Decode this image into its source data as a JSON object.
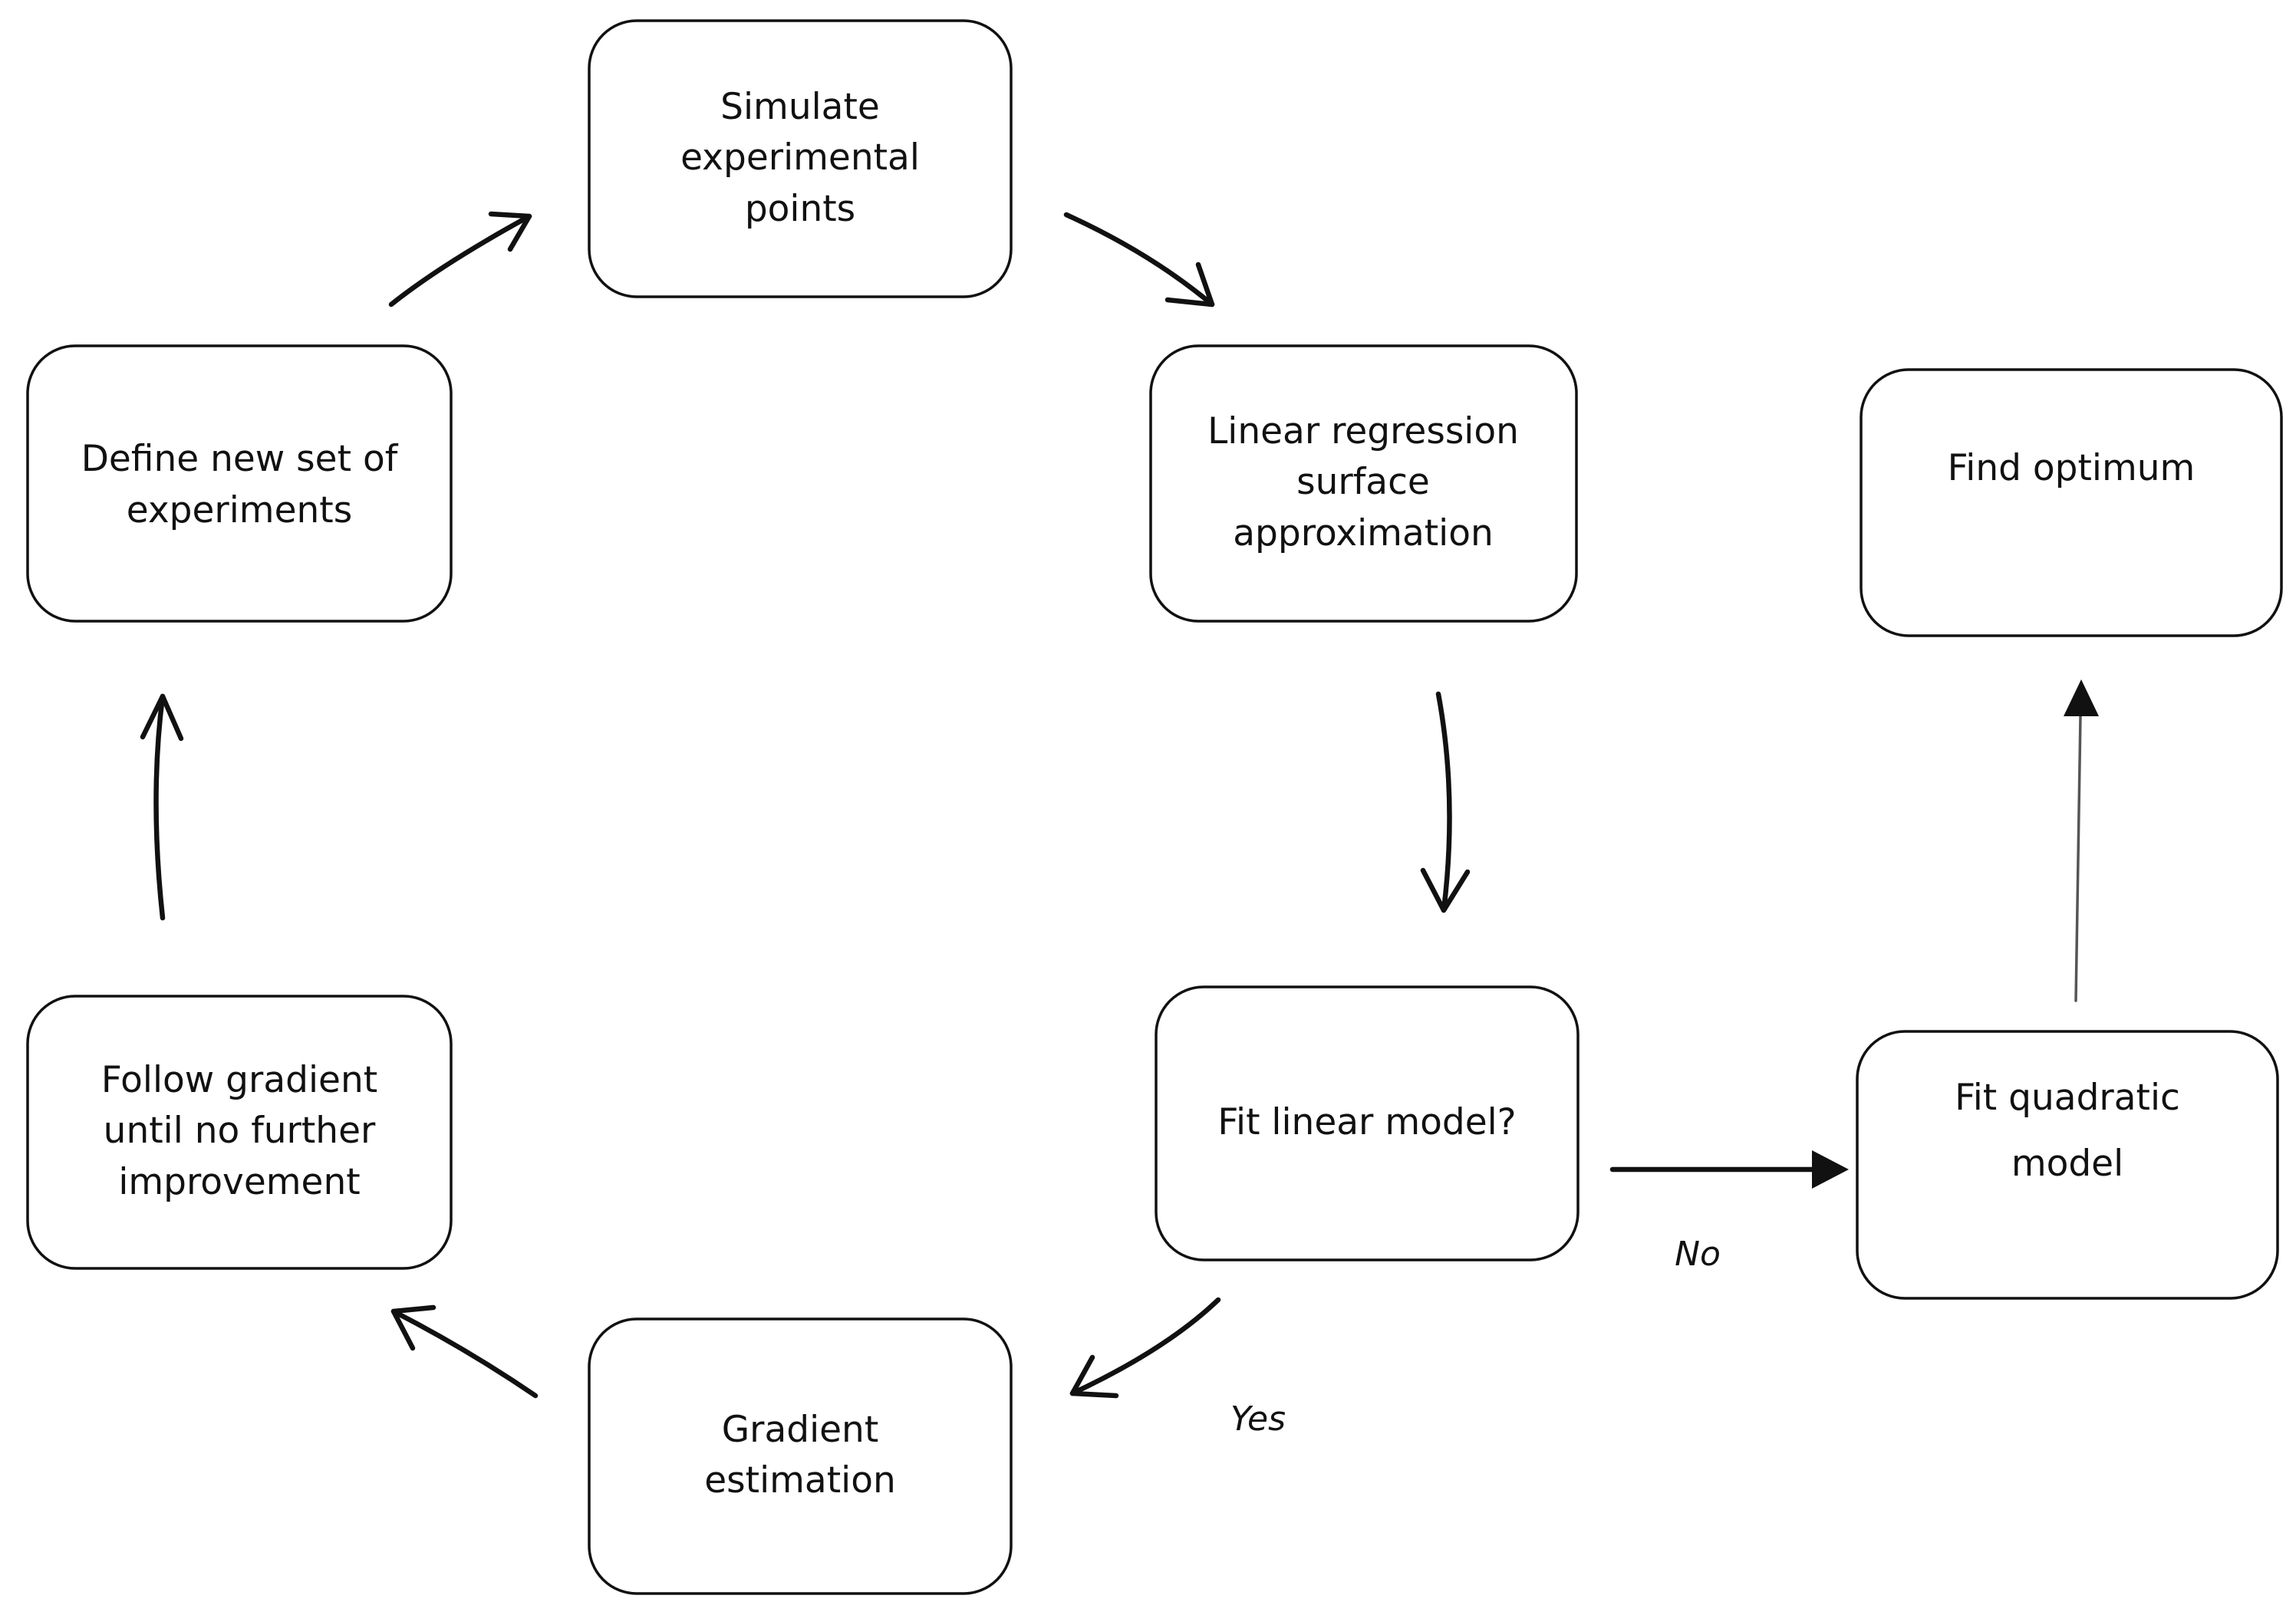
{
  "nodes": {
    "simulate": {
      "lines": [
        "Simulate",
        "experimental",
        "points"
      ]
    },
    "linear_regression": {
      "lines": [
        "Linear regression",
        "surface",
        "approximation"
      ]
    },
    "define_new": {
      "lines": [
        "Define new set of",
        "experiments"
      ]
    },
    "find_optimum": {
      "lines": [
        "Find optimum"
      ]
    },
    "fit_linear": {
      "lines": [
        "Fit linear model?"
      ]
    },
    "fit_quadratic": {
      "lines": [
        "Fit quadratic",
        "model"
      ]
    },
    "follow_gradient": {
      "lines": [
        "Follow gradient",
        "until no further",
        "improvement"
      ]
    },
    "gradient_estimation": {
      "lines": [
        "Gradient",
        "estimation"
      ]
    }
  },
  "edge_labels": {
    "no": "No",
    "yes": "Yes"
  },
  "colors": {
    "stroke": "#111111",
    "background": "#ffffff"
  }
}
